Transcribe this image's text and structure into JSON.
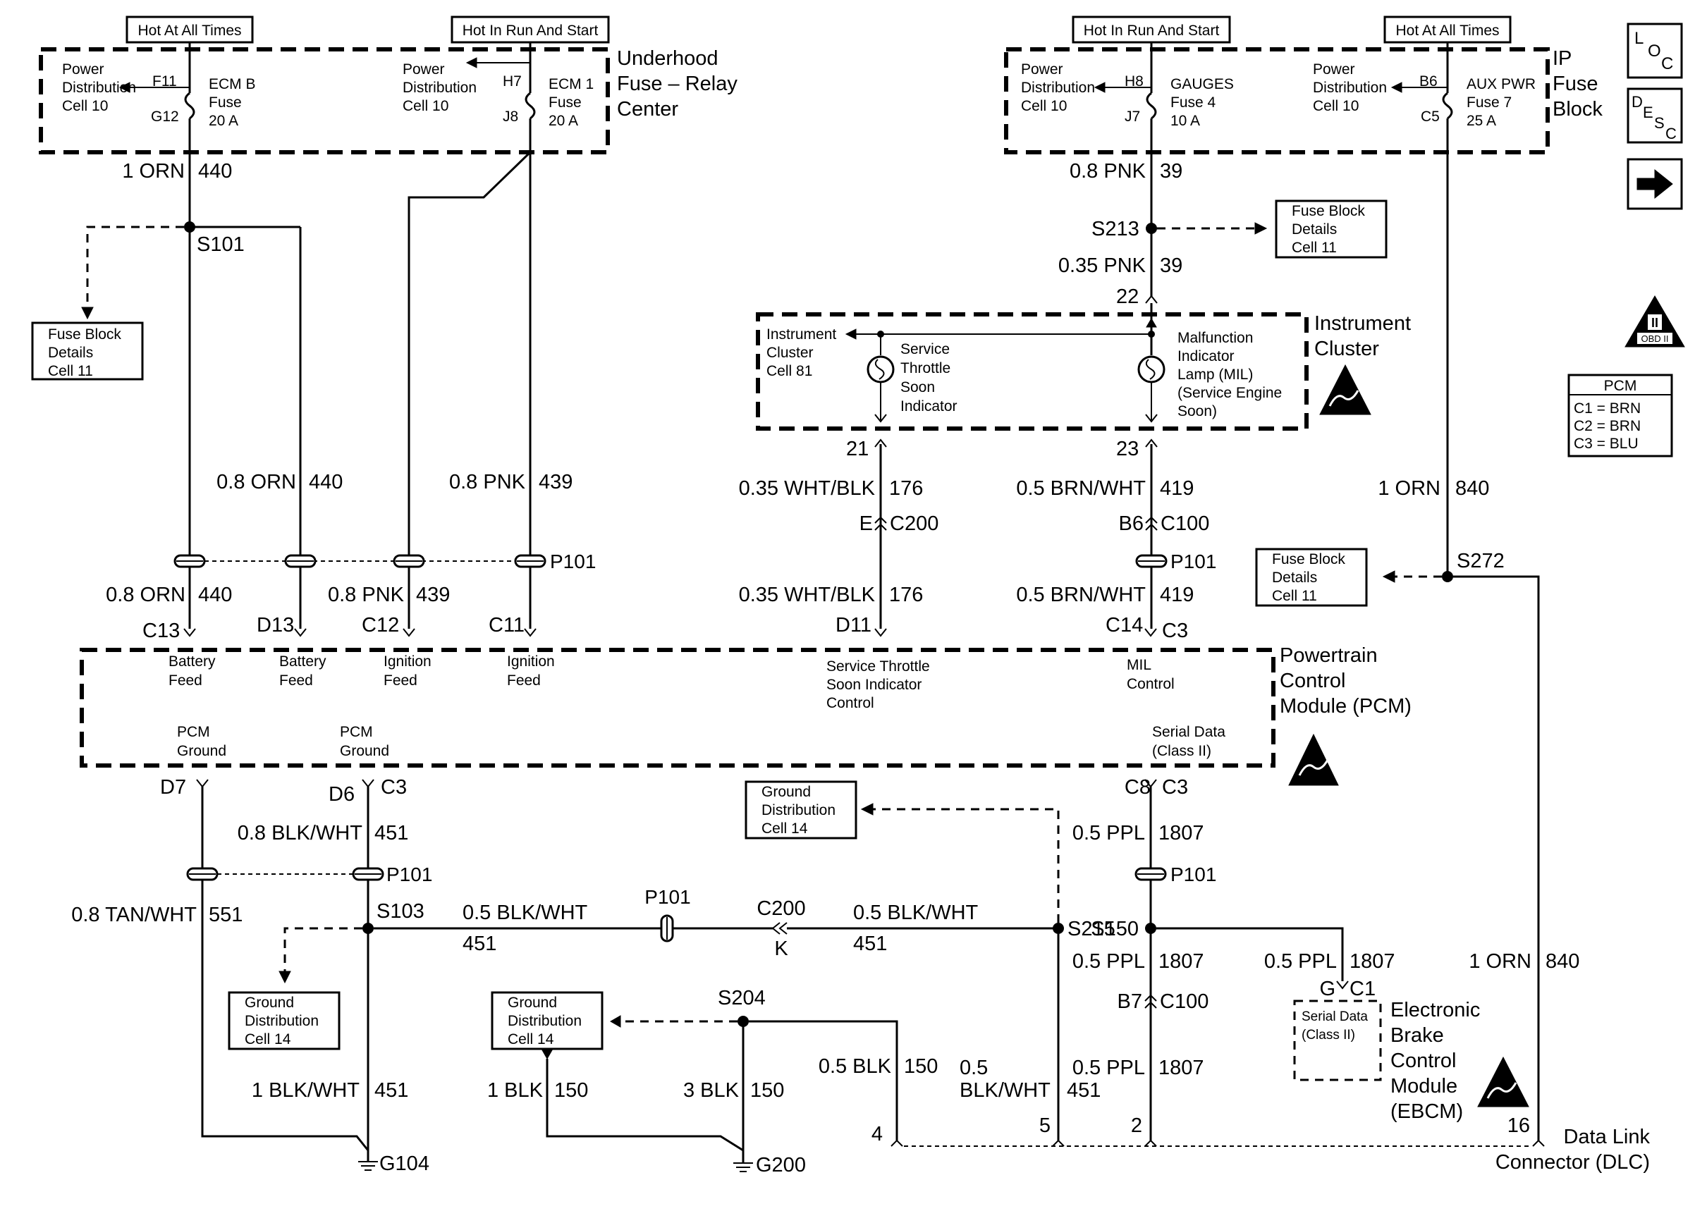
{
  "headers": {
    "hot_at_all_times_1": "Hot At All Times",
    "hot_in_run_start_1": "Hot In Run And Start",
    "hot_in_run_start_2": "Hot In Run And Start",
    "hot_at_all_times_2": "Hot At All Times"
  },
  "underhood": {
    "title_lines": [
      "Underhood",
      "Fuse – Relay",
      "Center"
    ],
    "pd1_lines": [
      "Power",
      "Distribution",
      "Cell 10"
    ],
    "pd2_lines": [
      "Power",
      "Distribution",
      "Cell 10"
    ],
    "fuse1": {
      "top_pin": "F11",
      "bottom_pin": "G12",
      "lines": [
        "ECM B",
        "Fuse",
        "20 A"
      ]
    },
    "fuse2": {
      "top_pin": "H7",
      "bottom_pin": "J8",
      "lines": [
        "ECM 1",
        "Fuse",
        "20 A"
      ]
    }
  },
  "ip_fuse_block": {
    "title_lines": [
      "IP",
      "Fuse",
      "Block"
    ],
    "pd1_lines": [
      "Power",
      "Distribution",
      "Cell 10"
    ],
    "pd2_lines": [
      "Power",
      "Distribution",
      "Cell 10"
    ],
    "fuse1": {
      "top_pin": "H8",
      "bottom_pin": "J7",
      "lines": [
        "GAUGES",
        "Fuse 4",
        "10 A"
      ]
    },
    "fuse2": {
      "top_pin": "B6",
      "bottom_pin": "C5",
      "lines": [
        "AUX PWR",
        "Fuse 7",
        "25 A"
      ]
    }
  },
  "side_icons": {
    "loc": [
      "L",
      "O",
      "C"
    ],
    "desc": [
      "D",
      "E",
      "S",
      "C"
    ],
    "obd": "OBD II",
    "obd_roman": "II"
  },
  "pcm_legend": {
    "title": "PCM",
    "rows": [
      "C1 = BRN",
      "C2 = BRN",
      "C3 = BLU"
    ]
  },
  "instrument_cluster": {
    "title_lines": [
      "Instrument",
      "Cluster"
    ],
    "ref_lines": [
      "Instrument",
      "Cluster",
      "Cell 81"
    ],
    "sts_lines": [
      "Service",
      "Throttle",
      "Soon",
      "Indicator"
    ],
    "mil_lines": [
      "Malfunction",
      "Indicator",
      "Lamp (MIL)",
      "(Service Engine",
      "Soon)"
    ],
    "pin_in": "22",
    "pin_sts": "21",
    "pin_mil": "23"
  },
  "pcm": {
    "title_lines": [
      "Powertrain",
      "Control",
      "Module (PCM)"
    ],
    "battery_feed_1": [
      "Battery",
      "Feed"
    ],
    "battery_feed_2": [
      "Battery",
      "Feed"
    ],
    "ignition_feed_1": [
      "Ignition",
      "Feed"
    ],
    "ignition_feed_2": [
      "Ignition",
      "Feed"
    ],
    "sts_control": [
      "Service Throttle",
      "Soon Indicator",
      "Control"
    ],
    "mil_control": [
      "MIL",
      "Control"
    ],
    "ground_1": [
      "PCM",
      "Ground"
    ],
    "ground_2": [
      "PCM",
      "Ground"
    ],
    "serial_data": [
      "Serial Data",
      "(Class II)"
    ],
    "pins_top": {
      "c13": "C13",
      "d13": "D13",
      "c12": "C12",
      "c11": "C11",
      "d11": "D11",
      "c14": "C14",
      "c3": "C3"
    },
    "pins_bottom": {
      "d7": "D7",
      "d6": "D6",
      "c3a": "C3",
      "c8": "C8",
      "c3b": "C3"
    }
  },
  "wires": {
    "w440_top": "1 ORN",
    "w440_top_num": "440",
    "w440_mid": "0.8 ORN",
    "w440_mid_num": "440",
    "w439_mid": "0.8 PNK",
    "w439_mid_num": "439",
    "w440_low": "0.8 ORN",
    "w440_low_num": "440",
    "w439_low": "0.8 PNK",
    "w439_low_num": "439",
    "w39_top": "0.8 PNK",
    "w39_top_num": "39",
    "w39_mid": "0.35 PNK",
    "w39_mid_num": "39",
    "w176_top": "0.35 WHT/BLK",
    "w176_top_num": "176",
    "w176_low": "0.35 WHT/BLK",
    "w176_low_num": "176",
    "w419_top": "0.5 BRN/WHT",
    "w419_top_num": "419",
    "w419_low": "0.5 BRN/WHT",
    "w419_low_num": "419",
    "w840_top": "1 ORN",
    "w840_top_num": "840",
    "w840_low": "1 ORN",
    "w840_low_num": "840",
    "w451_a": "0.8 BLK/WHT",
    "w451_a_num": "451",
    "w551": "0.8 TAN/WHT",
    "w551_num": "551",
    "w451_b": "0.5 BLK/WHT",
    "w451_b_num": "451",
    "w451_c": "0.5 BLK/WHT",
    "w451_c_num": "451",
    "w451_d": "1 BLK/WHT",
    "w451_d_num": "451",
    "w150_a": "1 BLK",
    "w150_a_num": "150",
    "w150_b": "3 BLK",
    "w150_b_num": "150",
    "w150_c": "0.5 BLK",
    "w150_c_num": "150",
    "w451_e_top": "0.5",
    "w451_e": "BLK/WHT",
    "w451_e_num": "451",
    "w1807_a": "0.5 PPL",
    "w1807_a_num": "1807",
    "w1807_b": "0.5 PPL",
    "w1807_b_num": "1807",
    "w1807_c": "0.5 PPL",
    "w1807_c_num": "1807",
    "w1807_d": "0.5 PPL",
    "w1807_d_num": "1807"
  },
  "splices": {
    "s101": "S101",
    "s213": "S213",
    "s272": "S272",
    "s103": "S103",
    "s215": "S215",
    "s150": "S150",
    "s204": "S204"
  },
  "connectors": {
    "p101_a": "P101",
    "p101_b": "P101",
    "p101_c": "P101",
    "p101_d": "P101",
    "p101_e": "P101",
    "c200_e_pin": "E",
    "c200_e": "C200",
    "c100_b6_pin": "B6",
    "c100_b6": "C100",
    "c200_k": "C200",
    "c200_k_pin": "K",
    "c100_b7_pin": "B7",
    "c100_b7": "C100"
  },
  "grounds": {
    "g104": "G104",
    "g200": "G200"
  },
  "refs": {
    "fuse_block_1": [
      "Fuse Block",
      "Details",
      "Cell 11"
    ],
    "fuse_block_2": [
      "Fuse Block",
      "Details",
      "Cell 11"
    ],
    "fuse_block_3": [
      "Fuse Block",
      "Details",
      "Cell 11"
    ],
    "ground_1": [
      "Ground",
      "Distribution",
      "Cell 14"
    ],
    "ground_2": [
      "Ground",
      "Distribution",
      "Cell 14"
    ],
    "ground_3": [
      "Ground",
      "Distribution",
      "Cell 14"
    ]
  },
  "ebcm": {
    "title_lines": [
      "Electronic",
      "Brake",
      "Control",
      "Module",
      "(EBCM)"
    ],
    "pin_g": "G",
    "pin_c1": "C1",
    "serial_lines": [
      "Serial Data",
      "(Class II)"
    ]
  },
  "dlc": {
    "title_lines": [
      "Data Link",
      "Connector (DLC)"
    ],
    "pins": {
      "p4": "4",
      "p5": "5",
      "p2": "2",
      "p16": "16"
    }
  }
}
